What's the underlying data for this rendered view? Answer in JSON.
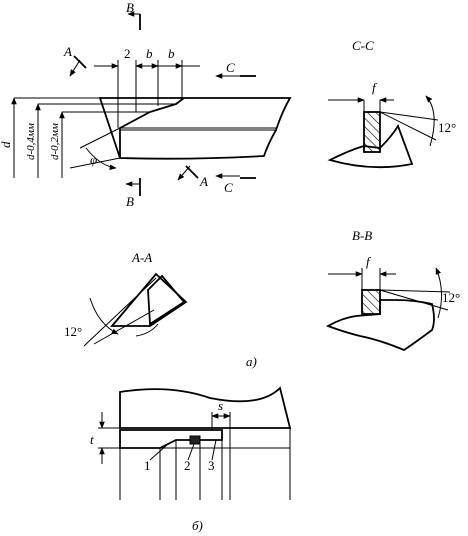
{
  "figure_a": {
    "main_view": {
      "section_B_top": "B",
      "section_B_bottom": "B",
      "section_A_top": "A",
      "section_A_bottom": "A",
      "section_C_top": "C",
      "section_C_bottom": "C",
      "dim_2": "2",
      "dim_b1": "b",
      "dim_b2": "b",
      "dim_d": "d",
      "dim_d_04": "d-0,4мм",
      "dim_d_02": "d-0,2мм",
      "angle_phi": "φ"
    },
    "section_CC": {
      "title": "C-C",
      "dim_f": "f",
      "angle": "12°"
    },
    "section_AA": {
      "title": "A-A",
      "angle": "12°"
    },
    "section_BB": {
      "title": "B-B",
      "dim_f": "f",
      "angle": "12°"
    },
    "caption": "а)"
  },
  "figure_b": {
    "dim_t": "t",
    "dim_s": "s",
    "label_1": "1",
    "label_2": "2",
    "label_3": "3",
    "caption": "б)"
  }
}
